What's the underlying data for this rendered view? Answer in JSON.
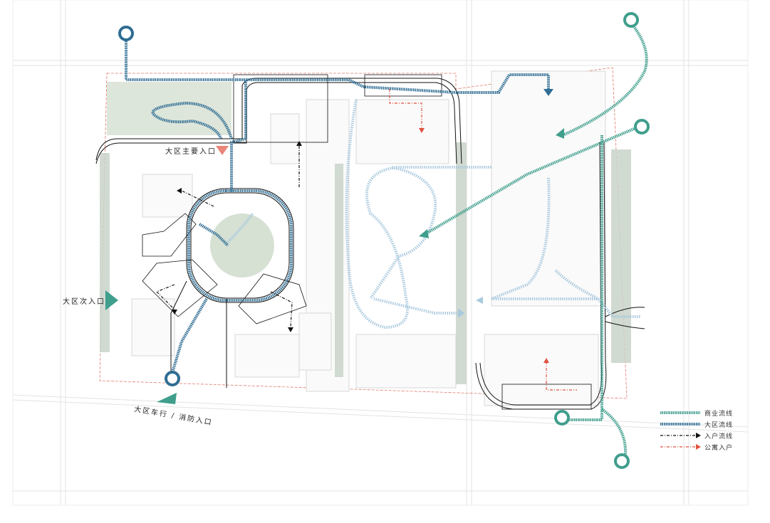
{
  "labels": {
    "main_entrance": "大区主要入口",
    "secondary_entrance": "大区次入口",
    "vehicle_fire_entrance": "大区车行 / 消防入口"
  },
  "legend": [
    {
      "label": "商业流线",
      "color": "#3f9e8c",
      "style": "thick"
    },
    {
      "label": "大区流线",
      "color": "#2f6d93",
      "style": "thick"
    },
    {
      "label": "入户流线",
      "color": "#111111",
      "style": "dash-arrow"
    },
    {
      "label": "公寓入户",
      "color": "#e0523e",
      "style": "dash-arrow"
    }
  ],
  "colors": {
    "commercial": "#3f9e8c",
    "district": "#2f6d93",
    "district_light": "#a9c9de",
    "residential": "#111111",
    "apartment": "#e0523e",
    "site_boundary": "#e07a6a",
    "greenery": "#8aa08a"
  }
}
